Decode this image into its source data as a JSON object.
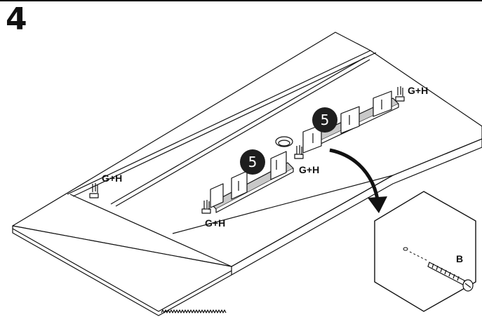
{
  "step": {
    "number": "4"
  },
  "labels": {
    "gh_left": "G+H",
    "gh_middle_lower": "G+H",
    "gh_middle_upper": "G+H",
    "gh_right": "G+H",
    "screw_part": "B"
  },
  "badges": {
    "left": "5",
    "right": "5"
  },
  "icons": {
    "screw": "screw-icon",
    "arrow": "curved-arrow-icon"
  },
  "colors": {
    "ink": "#111111",
    "rail_fill": "#c8c8c8",
    "badge_fill": "#1e1e1e"
  }
}
